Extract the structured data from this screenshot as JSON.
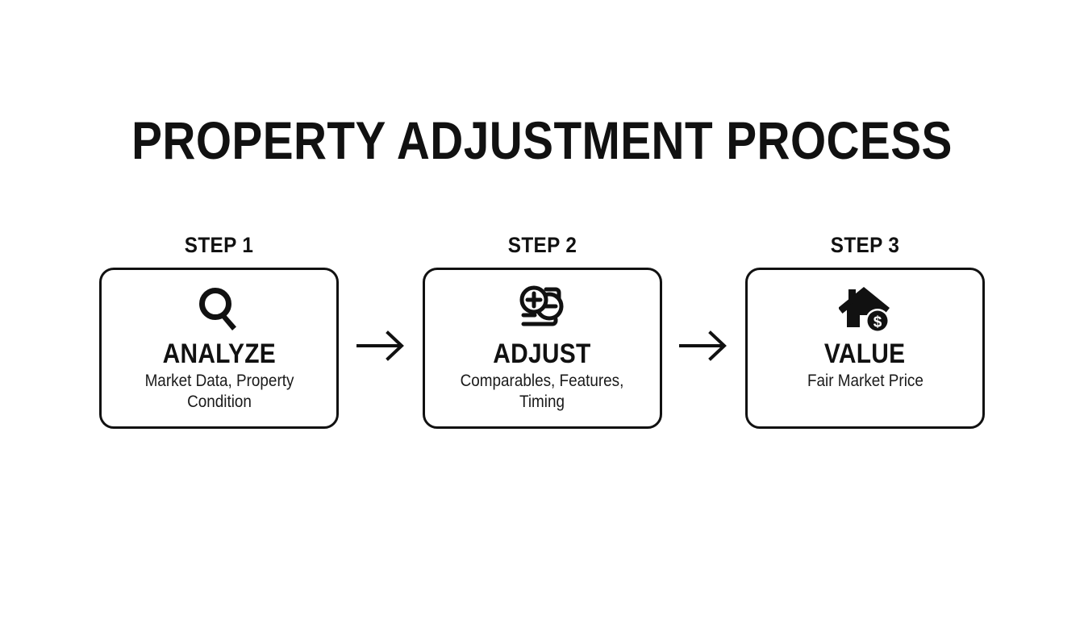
{
  "slide": {
    "title": "PROPERTY ADJUSTMENT PROCESS",
    "background_color": "#ffffff",
    "ink_color": "#111111"
  },
  "steps": [
    {
      "step_label": "STEP 1",
      "icon": "magnifying-glass-icon",
      "title": "ANALYZE",
      "description": "Market Data, Property Condition"
    },
    {
      "step_label": "STEP 2",
      "icon": "plus-minus-adjust-icon",
      "title": "ADJUST",
      "description": "Comparables, Features, Timing"
    },
    {
      "step_label": "STEP 3",
      "icon": "house-dollar-icon",
      "title": "VALUE",
      "description": "Fair Market Price"
    }
  ],
  "connectors": [
    {
      "icon": "arrow-right-icon"
    },
    {
      "icon": "arrow-right-icon"
    }
  ]
}
